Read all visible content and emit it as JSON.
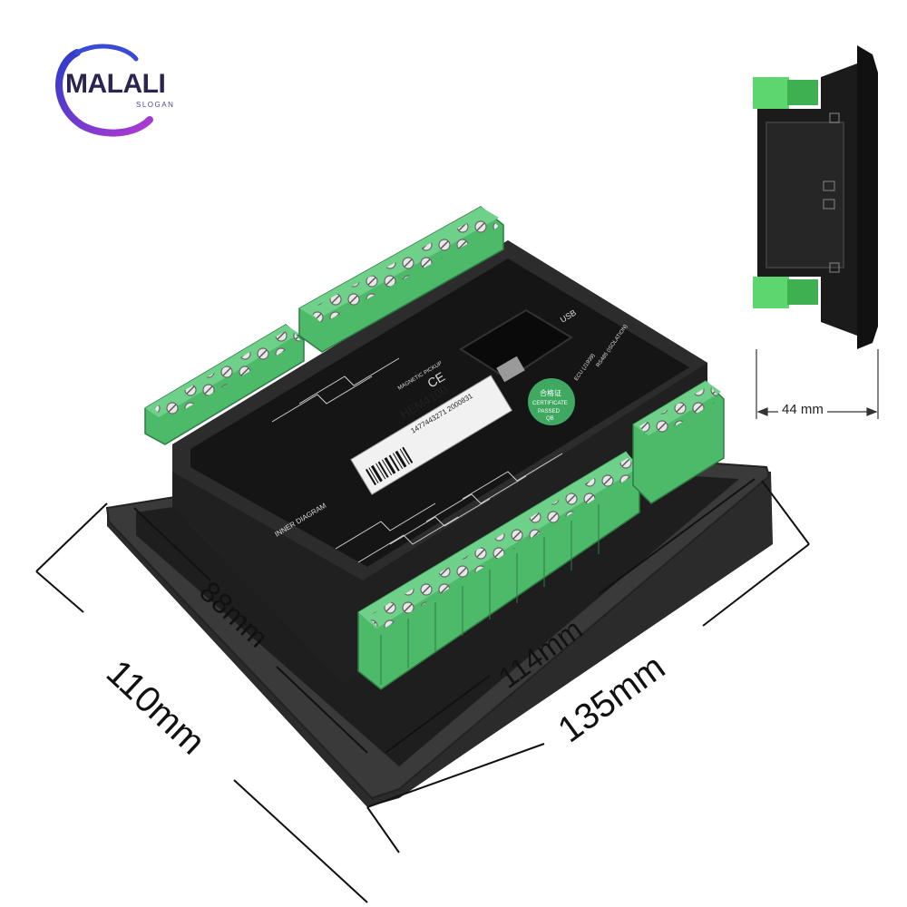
{
  "brand": {
    "name": "MALALI",
    "slogan": "SLOGAN"
  },
  "product": {
    "model": "HEM4100",
    "serial": "1477443271 2000831",
    "certificate": {
      "line1": "合格证",
      "line2": "CERTIFICATE",
      "line3": "PASSED",
      "line4": "QB"
    },
    "labels": {
      "usb": "USB",
      "inner_diagram": "INNER DIAGRAM",
      "magnetic_pickup": "MAGNETIC PICKUP",
      "rs485": "RS485 (ISOLATION)",
      "ecu": "ECU (J1939)"
    }
  },
  "dimensions": {
    "height_outer": "110mm",
    "height_inner": "88mm",
    "width_inner": "114mm",
    "width_outer": "135mm",
    "depth": "44 mm"
  },
  "colors": {
    "terminal_green": "#4dba6a",
    "housing": "#1a1a1a",
    "brand_purple": "#3b2f8a"
  }
}
